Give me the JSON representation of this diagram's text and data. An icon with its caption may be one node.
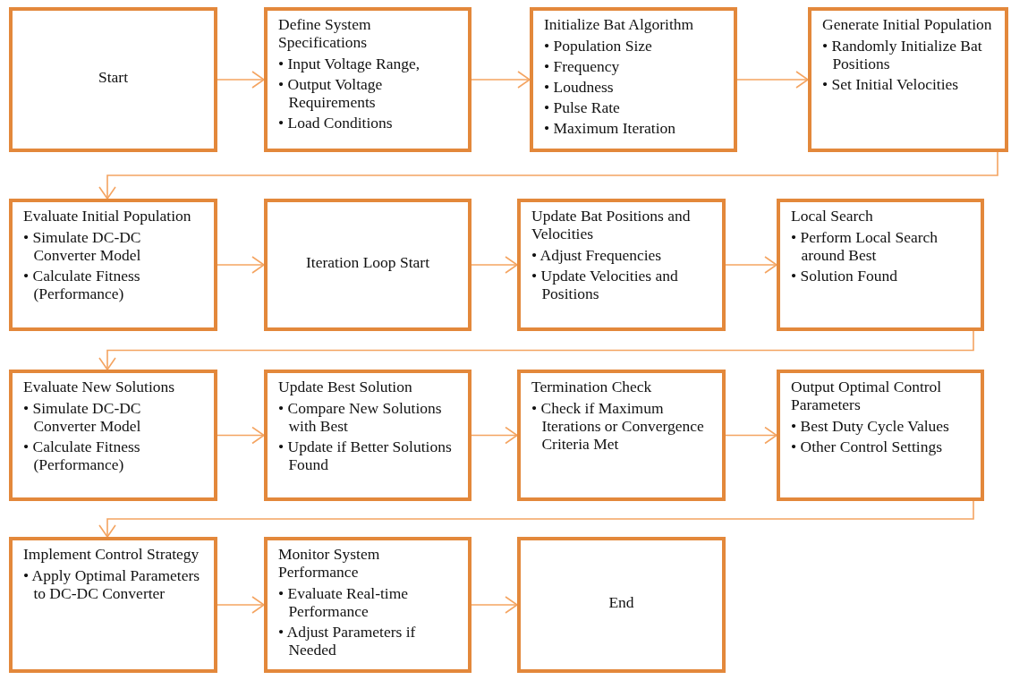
{
  "diagram": {
    "nodes": [
      {
        "text": [
          "Start"
        ]
      },
      {
        "text": [
          "Define System Specifications",
          "• Input Voltage Range,",
          "• Output Voltage Requirements",
          "• Load Conditions"
        ]
      },
      {
        "text": [
          "Initialize Bat Algorithm",
          "• Population Size",
          "• Frequency",
          "• Loudness",
          "• Pulse Rate",
          "• Maximum Iteration"
        ]
      },
      {
        "text": [
          "Generate Initial Population",
          "• Randomly Initialize Bat Positions",
          "• Set Initial Velocities"
        ]
      },
      {
        "text": [
          "Evaluate Initial Population",
          "• Simulate DC-DC Converter Model",
          "• Calculate Fitness (Performance)"
        ]
      },
      {
        "text": [
          "Iteration Loop Start"
        ]
      },
      {
        "text": [
          "Update Bat Positions and Velocities",
          "• Adjust Frequencies",
          "• Update Velocities and Positions"
        ]
      },
      {
        "text": [
          "Local Search",
          "• Perform Local Search around Best",
          "• Solution Found"
        ]
      },
      {
        "text": [
          "Evaluate New Solutions",
          "• Simulate DC-DC Converter Model",
          "• Calculate Fitness (Performance)"
        ]
      },
      {
        "text": [
          "Update Best Solution",
          "• Compare New Solutions with Best",
          "• Update if Better Solutions Found"
        ]
      },
      {
        "text": [
          "Termination Check",
          "• Check if Maximum Iterations or Convergence Criteria Met"
        ]
      },
      {
        "text": [
          "Output Optimal Control Parameters",
          "• Best Duty Cycle Values",
          "• Other Control Settings"
        ]
      },
      {
        "text": [
          "Implement Control Strategy",
          "• Apply Optimal Parameters to DC-DC Converter"
        ]
      },
      {
        "text": [
          "Monitor System Performance",
          "• Evaluate Real-time Performance",
          "• Adjust Parameters if Needed"
        ]
      },
      {
        "text": [
          "End"
        ]
      }
    ],
    "edges": [
      {
        "from": 0,
        "to": 1,
        "arrow": "to"
      },
      {
        "from": 1,
        "to": 2,
        "arrow": "to"
      },
      {
        "from": 2,
        "to": 3,
        "arrow": "to"
      },
      {
        "from": 3,
        "to": 4,
        "arrow": "to"
      },
      {
        "from": 4,
        "to": 5,
        "arrow": "to"
      },
      {
        "from": 5,
        "to": 6,
        "arrow": "to"
      },
      {
        "from": 6,
        "to": 7,
        "arrow": "to"
      },
      {
        "from": 7,
        "to": 8,
        "arrow": "to"
      },
      {
        "from": 8,
        "to": 9,
        "arrow": "to"
      },
      {
        "from": 9,
        "to": 10,
        "arrow": "to"
      },
      {
        "from": 10,
        "to": 11,
        "arrow": "to"
      },
      {
        "from": 11,
        "to": 12,
        "arrow": "to"
      },
      {
        "from": 12,
        "to": 13,
        "arrow": "to"
      },
      {
        "from": 13,
        "to": 14,
        "arrow": "to"
      }
    ]
  }
}
